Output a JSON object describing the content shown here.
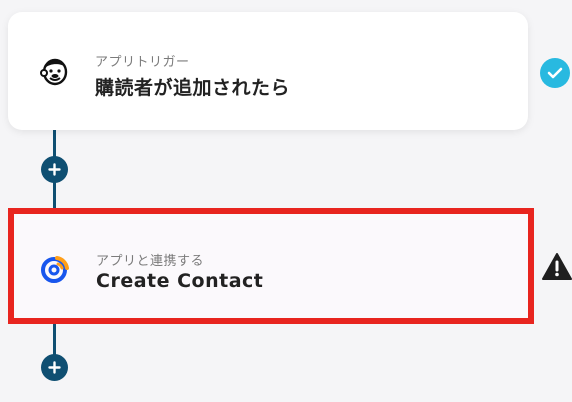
{
  "steps": [
    {
      "subtitle": "アプリトリガー",
      "title": "購読者が追加されたら",
      "app_icon": "mailchimp-icon",
      "status_icon": "check-icon",
      "status_color": "#28b9e0"
    },
    {
      "subtitle": "アプリと連携する",
      "title": "Create Contact",
      "app_icon": "constant-contact-icon",
      "status_icon": "warning-icon",
      "highlight_color": "#e8251f"
    }
  ],
  "colors": {
    "connector": "#0f4f72",
    "background": "#f5f5f7"
  }
}
